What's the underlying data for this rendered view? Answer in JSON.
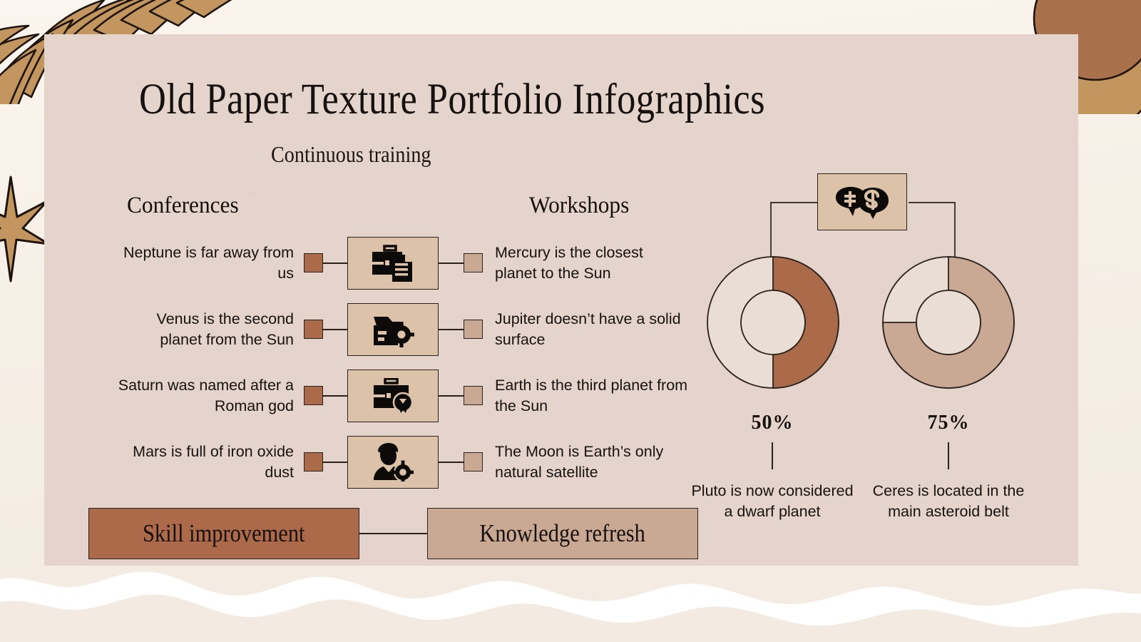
{
  "slide": {
    "title": "Old Paper Texture Portfolio Infographics",
    "subtitle": "Continuous training"
  },
  "columns": {
    "left_heading": "Conferences",
    "right_heading": "Workshops"
  },
  "rows": [
    {
      "left_text": "Neptune is far away from us",
      "right_text": "Mercury is the closest planet to the Sun",
      "icon": "briefcase-document-icon"
    },
    {
      "left_text": "Venus is the second planet from the Sun",
      "right_text": "Jupiter doesn’t have a solid surface",
      "icon": "folder-gear-icon"
    },
    {
      "left_text": "Saturn was named after a Roman god",
      "right_text": "Earth is the third planet from the Sun",
      "icon": "briefcase-award-icon"
    },
    {
      "left_text": "Mars is full of iron oxide dust",
      "right_text": "The Moon is Earth’s only natural satellite",
      "icon": "person-gear-icon"
    }
  ],
  "banners": {
    "left_label": "Skill improvement",
    "right_label": "Knowledge refresh"
  },
  "money_icon": "speech-bubble-currency-icon",
  "chart_data": [
    {
      "type": "pie",
      "title": "50%",
      "categories": [
        "filled",
        "remaining"
      ],
      "values": [
        50,
        50
      ],
      "label": "50%",
      "caption": "Pluto is now considered a dwarf planet",
      "fill_color": "#ab6a4a",
      "track_color": "#e9ddd4"
    },
    {
      "type": "pie",
      "title": "75%",
      "categories": [
        "filled",
        "remaining"
      ],
      "values": [
        75,
        25
      ],
      "label": "75%",
      "caption": "Ceres is located in the main asteroid belt",
      "fill_color": "#c9a894",
      "track_color": "#e9ddd4"
    }
  ],
  "colors": {
    "page_background": "#f7f1e8",
    "panel_background": "#e4d4cb",
    "accent_dark": "#ab6a4a",
    "accent_light": "#c9a894",
    "icon_box": "#dcc2a9",
    "outline": "#2b211c",
    "deco_tan": "#c3955f",
    "deco_brown": "#a9714b"
  }
}
